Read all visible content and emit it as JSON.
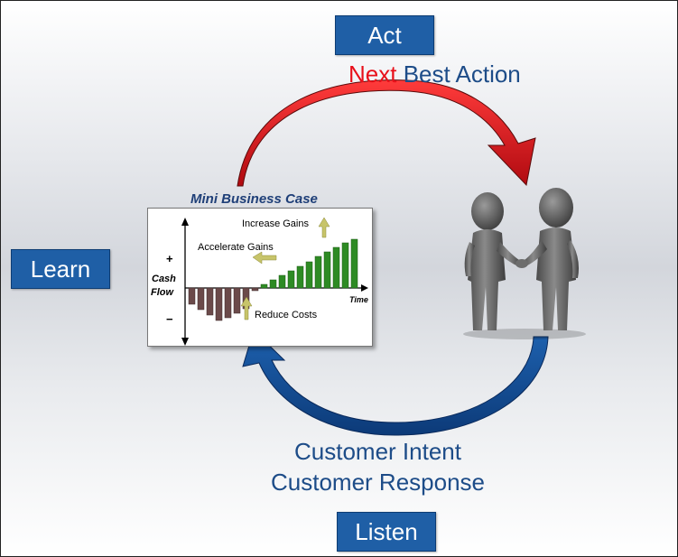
{
  "act_label": "Act",
  "learn_label": "Learn",
  "listen_label": "Listen",
  "next_best_action": {
    "next": "Next",
    "rest": " Best Action"
  },
  "customer_intent": "Customer Intent",
  "customer_response": "Customer Response",
  "chart_title": "Mini Business Case",
  "colors": {
    "box": "#1f5fa6",
    "heading": "#1d4c88",
    "next": "#e8101a",
    "red_arrow": "#d8141b",
    "blue_arrow": "#1f5fa6",
    "bar_negative": "#6b4a4a",
    "bar_positive": "#2e8b24",
    "callout_arrow": "#c7c46a"
  },
  "chart_data": {
    "type": "bar",
    "ylabel": "Cash Flow",
    "xlabel": "Time",
    "y_plus": "+",
    "y_minus": "−",
    "values": [
      -18,
      -24,
      -30,
      -36,
      -33,
      -28,
      -23,
      -3,
      4,
      9,
      14,
      19,
      24,
      29,
      35,
      40,
      45,
      50,
      54
    ],
    "annotations": {
      "increase": "Increase Gains",
      "accelerate": "Accelerate Gains",
      "reduce": "Reduce Costs"
    }
  },
  "icons": {
    "people": "handshake-people-icon"
  }
}
